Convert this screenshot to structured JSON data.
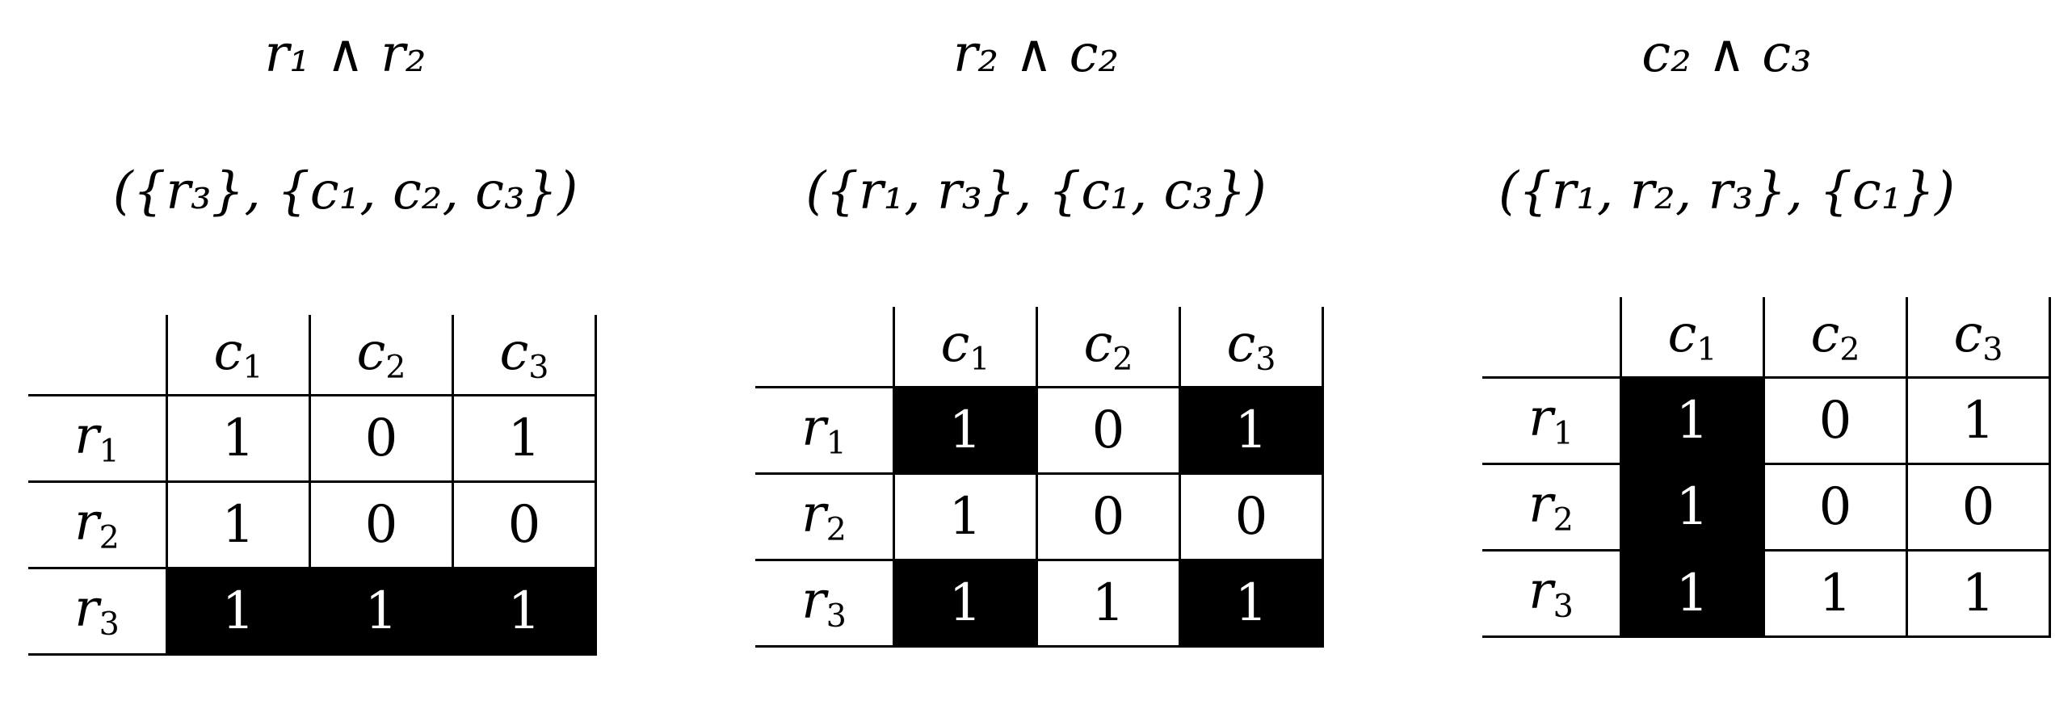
{
  "columns": [
    "c1",
    "c2",
    "c3"
  ],
  "rows": [
    "r1",
    "r2",
    "r3"
  ],
  "colors": {
    "highlight_fill": "#000000",
    "highlight_text": "#ffffff",
    "cell_fill": "#ffffff",
    "line": "#000000"
  },
  "panels": [
    {
      "expression": "r₁ ∧ r₂",
      "concept": "({r₃}, {c₁, c₂, c₃})",
      "matrix": [
        [
          1,
          0,
          1
        ],
        [
          1,
          0,
          0
        ],
        [
          1,
          1,
          1
        ]
      ],
      "highlighted": [
        [
          false,
          false,
          false
        ],
        [
          false,
          false,
          false
        ],
        [
          true,
          true,
          true
        ]
      ]
    },
    {
      "expression": "r₂ ∧ c₂",
      "concept": "({r₁, r₃}, {c₁, c₃})",
      "matrix": [
        [
          1,
          0,
          1
        ],
        [
          1,
          0,
          0
        ],
        [
          1,
          1,
          1
        ]
      ],
      "highlighted": [
        [
          true,
          false,
          true
        ],
        [
          false,
          false,
          false
        ],
        [
          true,
          false,
          true
        ]
      ]
    },
    {
      "expression": "c₂ ∧ c₃",
      "concept": "({r₁, r₂, r₃}, {c₁})",
      "matrix": [
        [
          1,
          0,
          1
        ],
        [
          1,
          0,
          0
        ],
        [
          1,
          1,
          1
        ]
      ],
      "highlighted": [
        [
          true,
          false,
          false
        ],
        [
          true,
          false,
          false
        ],
        [
          true,
          false,
          false
        ]
      ]
    }
  ]
}
